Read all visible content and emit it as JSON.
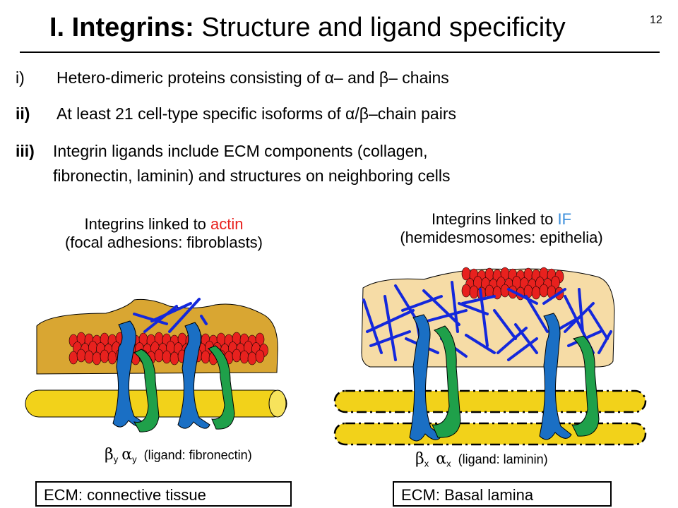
{
  "title": {
    "bold": "I. Integrins:",
    "rest": "Structure and ligand specificity"
  },
  "slide_number": "12",
  "bullets": [
    {
      "num": "i)",
      "text": "Hetero-dimeric proteins consisting of α– and β– chains"
    },
    {
      "num": "ii)",
      "text": "At least 21 cell-type specific isoforms of α/β–chain pairs"
    },
    {
      "num": "iii)",
      "text": "Integrin ligands include ECM components (collagen,",
      "continuation": "fibronectin, laminin) and structures on neighboring cells"
    }
  ],
  "left_panel": {
    "caption_prefix": "Integrins linked to ",
    "caption_highlight": "actin",
    "caption_line2": "(focal adhesions: fibroblasts)",
    "beta": "β",
    "alpha": "α",
    "subscript": "y",
    "ligand": "(ligand: fibronectin)",
    "ecm": "ECM: connective tissue"
  },
  "right_panel": {
    "caption_prefix": "Integrins linked to ",
    "caption_highlight": "IF",
    "caption_line2": "(hemidesmosomes: epithelia)",
    "beta": "β",
    "alpha": "α",
    "subscript": "x",
    "ligand": "(ligand: laminin)",
    "ecm": "ECM: Basal lamina"
  },
  "colors": {
    "actin": "#e8211e",
    "intermediate_filament": "#3b8fdc",
    "cell_left": "#d9a632",
    "cell_right": "#f6dca6",
    "beta_subunit": "#1a6fc4",
    "alpha_subunit": "#1fa04a",
    "ecm_fiber": "#f2d21a",
    "filament_line": "#1428dc"
  }
}
